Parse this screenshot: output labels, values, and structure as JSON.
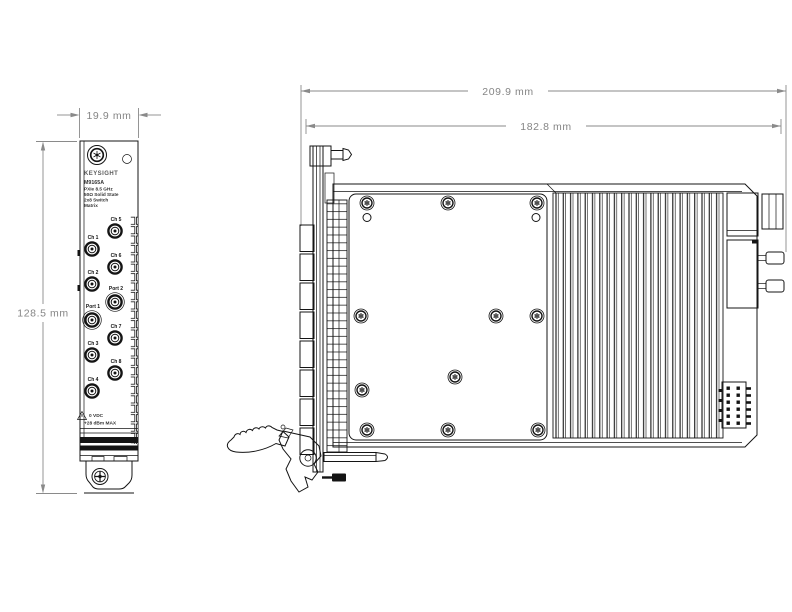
{
  "dimensions": {
    "panel_width": "19.9 mm",
    "panel_height": "128.5 mm",
    "overall_length": "209.9 mm",
    "body_length": "182.8 mm"
  },
  "front_panel": {
    "brand": "KEYSIGHT",
    "model": "M9165A",
    "description": [
      "PXIe 8.5 GHz",
      "50Ω Solid State",
      "2x8 Switch",
      "Matrix"
    ],
    "warning": [
      "0 VDC",
      "+28 dBm MAX"
    ],
    "connector_labels_left": [
      "Ch 1",
      "Ch 2",
      "Port 1",
      "Ch 3",
      "Ch 4"
    ],
    "connector_labels_right": [
      "Ch 5",
      "Ch 6",
      "Port 2",
      "Ch 7",
      "Ch 8"
    ]
  },
  "colors": {
    "part_line": "#141414",
    "dimension_line": "#8a8a8a",
    "background": "#ffffff"
  }
}
